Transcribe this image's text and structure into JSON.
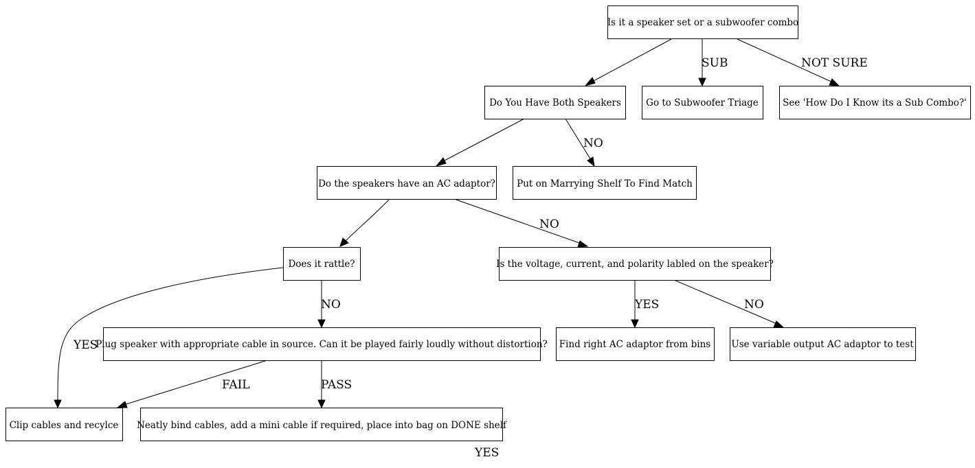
{
  "nodes": {
    "root": "Is it a speaker set or a subwoofer combo",
    "both_speakers": "Do You Have Both Speakers",
    "sub_triage": "Go to Subwoofer Triage",
    "how_know": "See 'How Do I Know its a Sub Combo?'",
    "ac_adaptor": "Do the speakers have an AC adaptor?",
    "marrying_shelf": "Put on Marrying Shelf To Find Match",
    "rattle": "Does it rattle?",
    "voltage": "Is the voltage, current, and polarity labled on the speaker?",
    "plug": "Plug speaker with appropriate cable in source. Can it be played fairly loudly without distortion?",
    "find_adaptor": "Find right AC adaptor from bins",
    "variable_adaptor": "Use variable output AC adaptor to test",
    "clip": "Clip cables and recylce",
    "bind": "Neatly bind cables, add a mini cable if required, place into bag on DONE shelf"
  },
  "edge_labels": {
    "sub": "SUB",
    "not_sure": "NOT SURE",
    "no_both": "NO",
    "no_ac": "NO",
    "no_rattle": "NO",
    "yes_rattle": "YES",
    "yes_voltage": "YES",
    "no_voltage": "NO",
    "fail": "FAIL",
    "pass": "PASS",
    "yes_bottom": "YES"
  }
}
